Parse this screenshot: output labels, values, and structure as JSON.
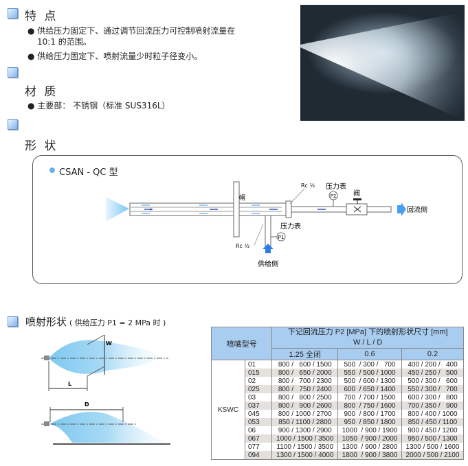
{
  "features": {
    "title": "特 点",
    "bullets": [
      "供给压力固定下、通过调节回流压力可控制喷射流量在",
      "10:1 的范围。",
      "供给压力固定下、喷射流量少时粒子径变小。"
    ]
  },
  "material": {
    "title": "材 质",
    "bullet": "主要部： 不锈钢（标准 SUS316L）"
  },
  "shape": {
    "title": "形 状",
    "model": "CSAN - QC 型",
    "labels": {
      "cap": "帽",
      "rc_top": "Rc ½",
      "gauge2": "压力表",
      "p2": "P2",
      "valve": "阀",
      "return": "回流侧",
      "gauge1": "压力表",
      "p1": "P1",
      "rc_bottom": "Rc ½",
      "supply": "供给侧"
    }
  },
  "spray": {
    "title": "喷射形状",
    "subtitle": "( 供给压力 P1 = 2 MPa 时 )",
    "w": "W",
    "l": "L",
    "d": "D"
  },
  "table": {
    "col_model": "喷嘴型号",
    "header_main": "下记回流压力 P2 [MPa] 下的喷射形状尺寸 [mm]",
    "header_sub": "W / L / D",
    "pressures": [
      "1.25 全闭",
      "0.6",
      "0.2"
    ],
    "series": "KSWC",
    "rows": [
      {
        "m": "01",
        "a": "800 /   600 / 1500",
        "b": "500  / 300 /   700",
        "c": "400 / 200 /   400"
      },
      {
        "m": "015",
        "a": "800 /   650 / 2000",
        "b": "550  / 500 / 1000",
        "c": "450 / 250 /   500"
      },
      {
        "m": "02",
        "a": "800 /   700 / 2300",
        "b": "500  / 600 / 1300",
        "c": "500 / 300 /   600"
      },
      {
        "m": "025",
        "a": "800 /   750 / 2400",
        "b": "600  / 650 / 1400",
        "c": "550 / 300 /   700"
      },
      {
        "m": "03",
        "a": "800 /   800 / 2500",
        "b": "700  / 700 / 1500",
        "c": "600 / 300 /   800"
      },
      {
        "m": "037",
        "a": "800 /   900 / 2600",
        "b": "800  / 750 / 1600",
        "c": "700 / 350 /   900"
      },
      {
        "m": "045",
        "a": "800 / 1000 / 2700",
        "b": "900  / 800 / 1700",
        "c": "800 / 400 / 1000"
      },
      {
        "m": "053",
        "a": "850 / 1100 / 2800",
        "b": "950  / 850 / 1800",
        "c": "850 / 450 / 1100"
      },
      {
        "m": "06",
        "a": "900 / 1300 / 2900",
        "b": "1000  / 900 / 1900",
        "c": "900 / 450 / 1200"
      },
      {
        "m": "067",
        "a": "1000 / 1500 / 3500",
        "b": "1050  / 900 / 2000",
        "c": "950 / 500 / 1300"
      },
      {
        "m": "077",
        "a": "1100 / 1500 / 3500",
        "b": "1300  / 900 / 2800",
        "c": "1300 / 500 / 1600"
      },
      {
        "m": "094",
        "a": "1300 / 1500 / 4000",
        "b": "1800  / 900 / 3800",
        "c": "2000 / 500 / 2100"
      }
    ]
  }
}
